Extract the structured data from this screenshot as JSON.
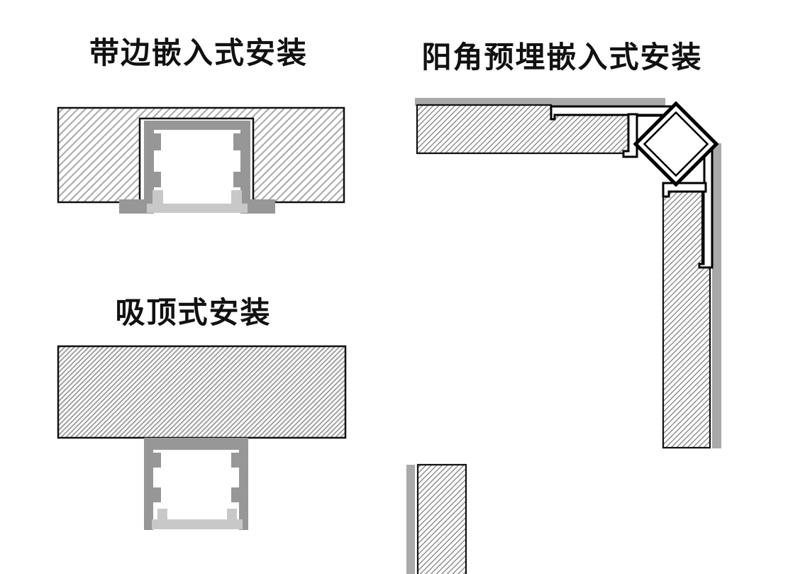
{
  "page": {
    "background": "#ffffff"
  },
  "colors": {
    "title_text": "#111111",
    "outline": "#111111",
    "profile_outline": "#000000",
    "profile_gray": "#979797",
    "diffuser_gray": "#c8c8c8",
    "backing_gray": "#a9a9a9",
    "hatch_light": "#a8a8a8",
    "hatch_medium": "#8f8f8f",
    "hatch_dense": "#999999",
    "profile_fill_white": "#ffffff"
  },
  "diagrams": {
    "flanged_recessed": {
      "title": "带边嵌入式安装"
    },
    "corner_embedded": {
      "title": "阳角预埋嵌入式安装"
    },
    "surface_mounted": {
      "title": "吸顶式安装"
    }
  }
}
